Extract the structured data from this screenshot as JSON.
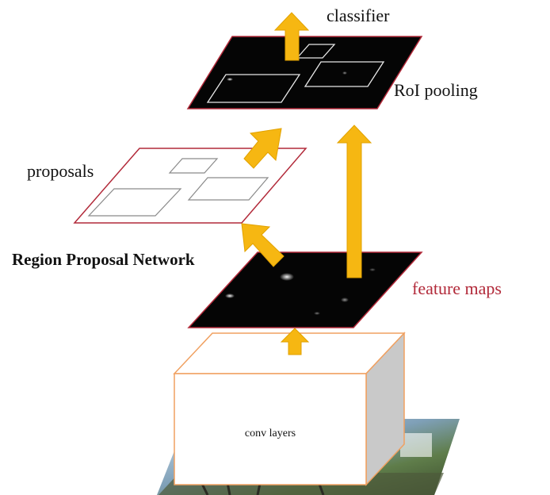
{
  "labels": {
    "classifier": "classifier",
    "roi_pooling": "RoI pooling",
    "proposals": "proposals",
    "rpn": "Region Proposal Network",
    "feature_maps": "feature maps",
    "conv_layers": "conv layers"
  },
  "colors": {
    "arrow": "#F6B712",
    "arrow_stroke": "#E2A200",
    "plane_border": "#B22A3A",
    "feature_map_fill": "#050505",
    "cube_border": "#F0A060",
    "cube_side": "#C9C9C9",
    "feature_maps_text": "#B22A3A"
  }
}
